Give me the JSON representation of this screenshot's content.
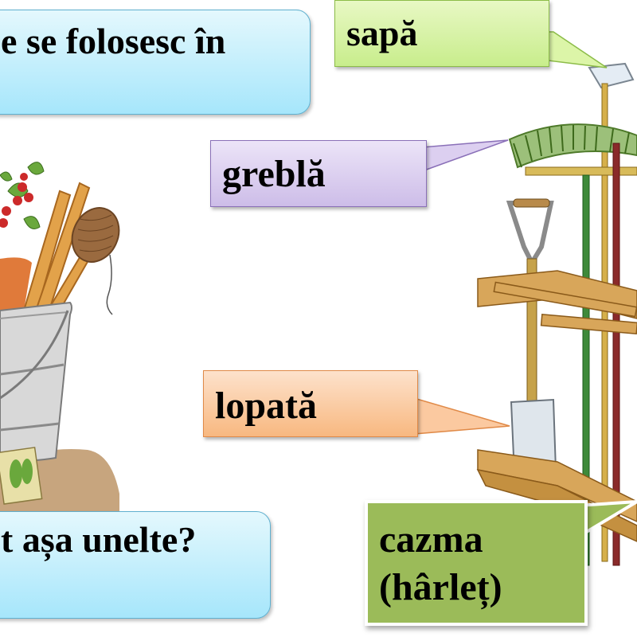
{
  "slide": {
    "question_top": "e se folosesc în",
    "question_bottom": "t așa unelte?",
    "labels": {
      "sapa": "sapă",
      "grebla": "greblă",
      "lopata": "lopată",
      "cazma_line1": "cazma",
      "cazma_line2": "(hârleț)"
    },
    "illustrations": {
      "left": "bucket-with-garden-tools",
      "right": "garden-tool-rack"
    },
    "colors": {
      "question_box_top": "#e4f8fd",
      "question_box_bottom": "#a6e6fb",
      "question_box_border": "#5fb0cf",
      "sapa_callout": "#dcf5a8",
      "grebla_callout": "#dccff0",
      "lopata_callout": "#fbc9a0",
      "cazma_callout": "#9bbb59"
    }
  }
}
